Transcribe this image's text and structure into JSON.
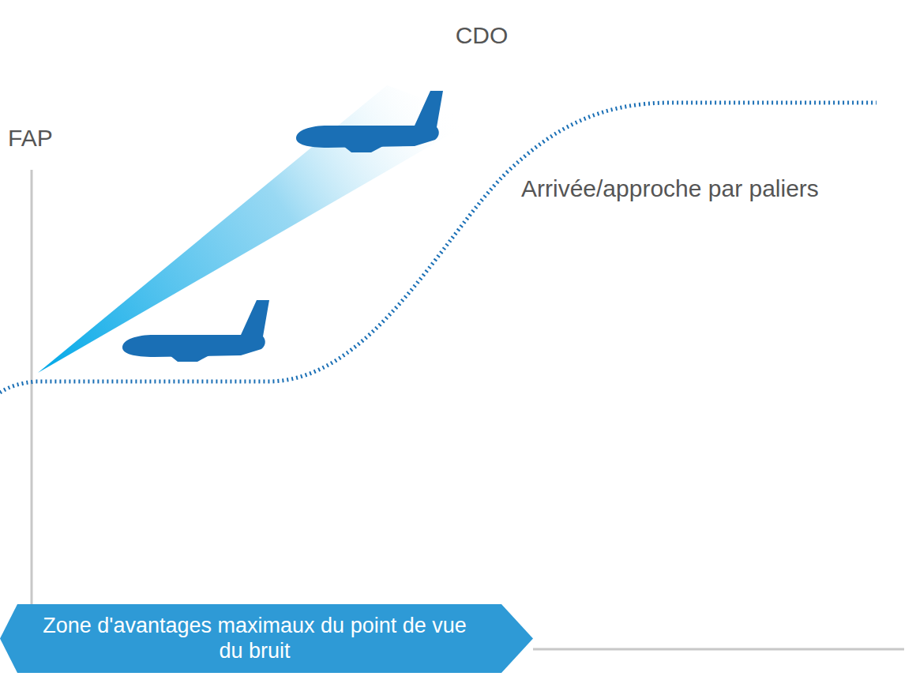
{
  "diagram": {
    "nodes": [
      {
        "text": [
          "Zone d'avantages maximaux du point de vue du bruit"
        ]
      }
    ],
    "labels": [
      "CDO",
      "FAP",
      "Arrivée/approche par paliers"
    ]
  }
}
